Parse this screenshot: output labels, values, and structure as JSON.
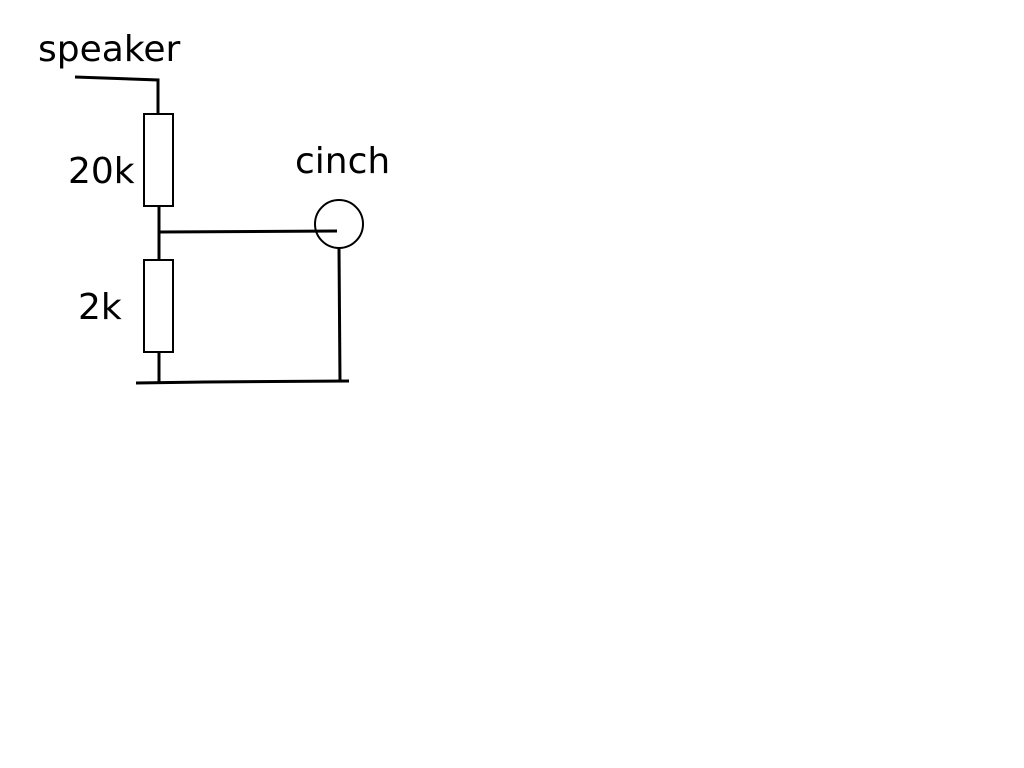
{
  "labels": {
    "speaker": "speaker",
    "r_top": "20k",
    "r_bottom": "2k",
    "cinch": "cinch"
  },
  "colors": {
    "ink": "#000000",
    "background": "#ffffff"
  }
}
